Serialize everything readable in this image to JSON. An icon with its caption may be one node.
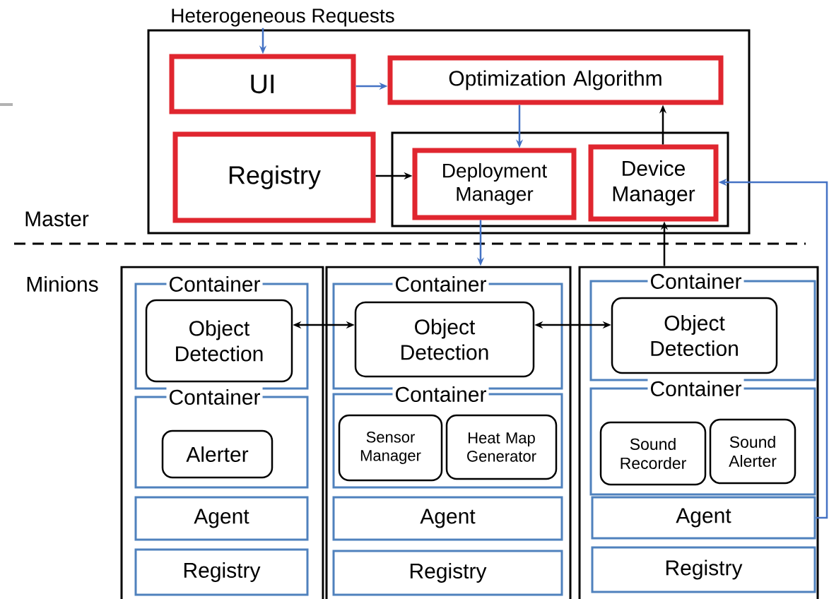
{
  "diagram": {
    "nodes": [
      {
        "text": [
          "Heterogeneous Requests"
        ]
      },
      {
        "text": [],
        "shape": "box"
      },
      {
        "text": [
          "UI"
        ],
        "in": 1
      },
      {
        "text": [
          "Optimization Algorithm"
        ],
        "in": 1
      },
      {
        "text": [
          "Registry"
        ],
        "in": 1
      },
      {
        "text": [],
        "shape": "box",
        "in": 1
      },
      {
        "text": [
          "Deployment Manager"
        ],
        "in": 5
      },
      {
        "text": [
          "Device Manager"
        ],
        "in": 5
      },
      {
        "text": [],
        "shape": "box"
      },
      {
        "text": [
          "Container"
        ],
        "in": 8
      },
      {
        "text": [
          "Object Detection"
        ],
        "in": 9
      },
      {
        "text": [
          "Container"
        ],
        "in": 8
      },
      {
        "text": [
          "Alerter"
        ],
        "in": 11
      },
      {
        "text": [
          "Agent"
        ],
        "in": 8
      },
      {
        "text": [
          "Registry"
        ],
        "in": 8
      },
      {
        "text": [],
        "shape": "box"
      },
      {
        "text": [
          "Container"
        ],
        "in": 15
      },
      {
        "text": [
          "Object Detection"
        ],
        "in": 16
      },
      {
        "text": [
          "Container"
        ],
        "in": 15
      },
      {
        "text": [
          "Sensor Manager"
        ],
        "in": 18
      },
      {
        "text": [
          "Heat Map Generator"
        ],
        "in": 18
      },
      {
        "text": [
          "Agent"
        ],
        "in": 15
      },
      {
        "text": [
          "Registry"
        ],
        "in": 15
      },
      {
        "text": [],
        "shape": "box"
      },
      {
        "text": [
          "Container"
        ],
        "in": 23
      },
      {
        "text": [
          "Object Detection"
        ],
        "in": 24
      },
      {
        "text": [
          "Container"
        ],
        "in": 23
      },
      {
        "text": [
          "Sound Recorder"
        ],
        "in": 26
      },
      {
        "text": [
          "Sound Alerter"
        ],
        "in": 26
      },
      {
        "text": [
          "Agent"
        ],
        "in": 23
      },
      {
        "text": [
          "Registry"
        ],
        "in": 23
      }
    ],
    "edges": [
      {
        "from": 0,
        "to": 2,
        "arrow": "to",
        "color": "#4472c4"
      },
      {
        "from": 2,
        "to": 3,
        "arrow": "to",
        "color": "#4472c4"
      },
      {
        "from": 3,
        "to": 6,
        "arrow": "to",
        "color": "#4472c4"
      },
      {
        "from": 4,
        "to": 6,
        "arrow": "to",
        "color": "#000000"
      },
      {
        "from": 7,
        "to": 3,
        "arrow": "to",
        "color": "#000000"
      },
      {
        "from": 6,
        "to": 15,
        "arrow": "to",
        "color": "#4472c4"
      },
      {
        "from": 23,
        "to": 7,
        "arrow": "to",
        "color": "#000000"
      },
      {
        "from": 29,
        "to": 7,
        "arrow": "to",
        "color": "#4472c4"
      },
      {
        "from": 10,
        "to": 17,
        "arrow": "both",
        "color": "#000000"
      },
      {
        "from": 17,
        "to": 25,
        "arrow": "both",
        "color": "#000000"
      }
    ],
    "labels": [
      "Master",
      "Minions"
    ]
  }
}
